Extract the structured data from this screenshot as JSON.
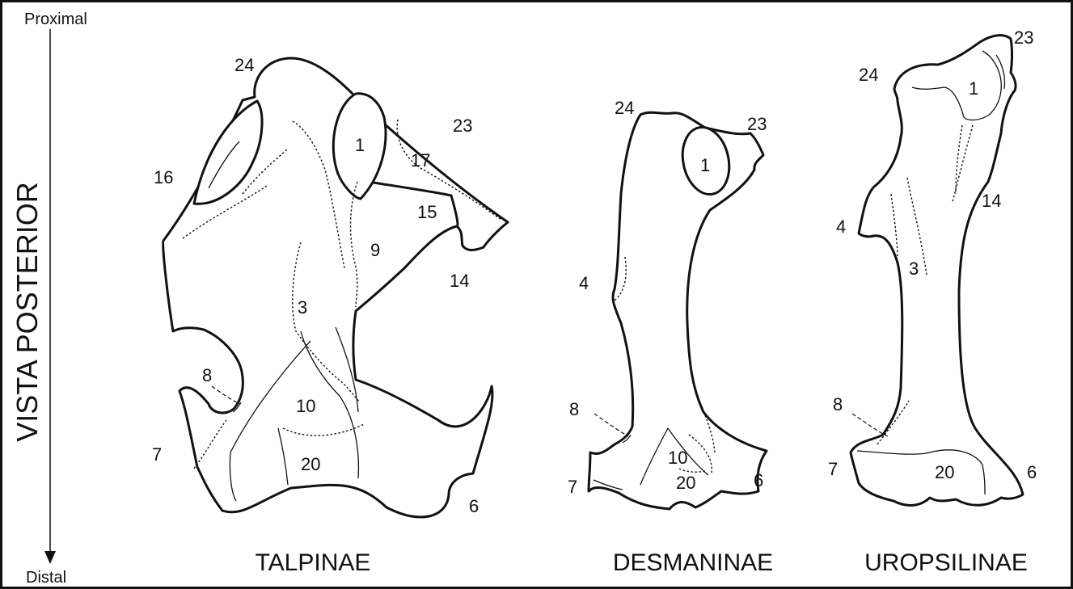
{
  "axis": {
    "vertical_label": "VISTA POSTERIOR",
    "top_label": "Proximal",
    "bottom_label": "Distal"
  },
  "groups": {
    "talpinae": {
      "name": "TALPINAE",
      "labels": {
        "l24": "24",
        "l1": "1",
        "l23": "23",
        "l16": "16",
        "l17": "17",
        "l15": "15",
        "l9": "9",
        "l14": "14",
        "l3": "3",
        "l8": "8",
        "l10": "10",
        "l7": "7",
        "l20": "20",
        "l6": "6"
      }
    },
    "desmaninae": {
      "name": "DESMANINAE",
      "labels": {
        "l24": "24",
        "l23": "23",
        "l1": "1",
        "l4": "4",
        "l8": "8",
        "l10": "10",
        "l7": "7",
        "l20": "20",
        "l6": "6"
      }
    },
    "uropsilinae": {
      "name": "UROPSILINAE",
      "labels": {
        "l23": "23",
        "l24": "24",
        "l1": "1",
        "l14": "14",
        "l4": "4",
        "l3": "3",
        "l8": "8",
        "l7": "7",
        "l20": "20",
        "l6": "6"
      }
    }
  },
  "colors": {
    "line": "#111111",
    "background": "#ffffff"
  }
}
